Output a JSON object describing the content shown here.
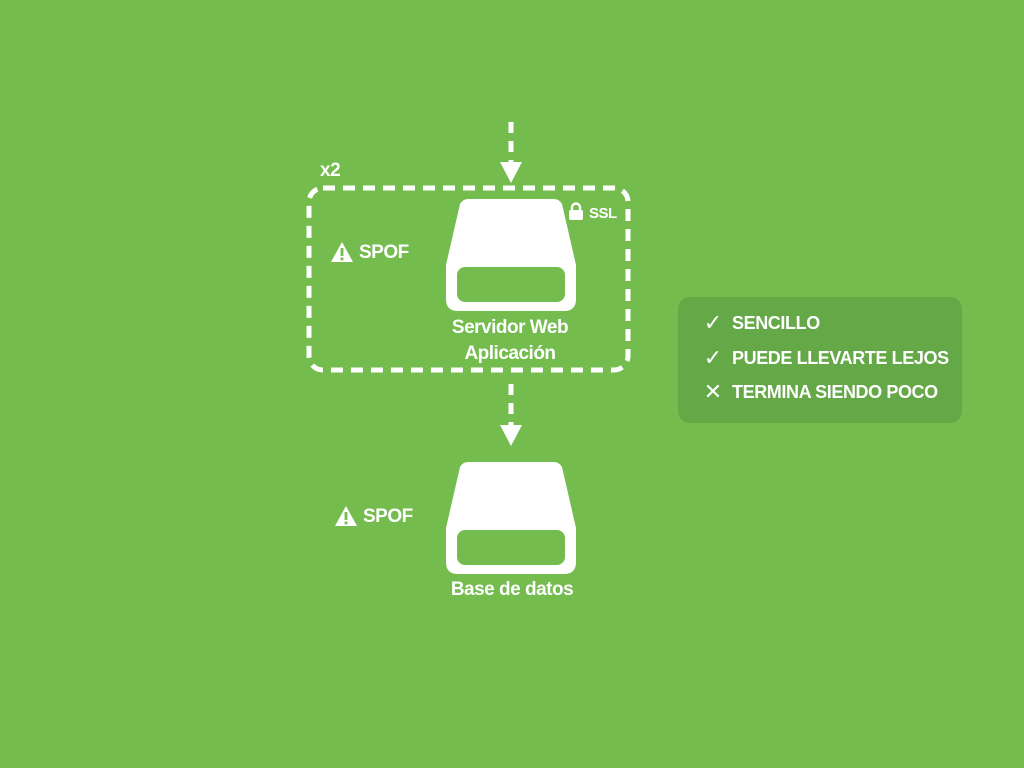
{
  "diagram": {
    "group_multiplier": "x2",
    "web_server": {
      "label_line1": "Servidor Web",
      "label_line2": "Aplicación",
      "spof_label": "SPOF",
      "ssl_label": "SSL"
    },
    "database": {
      "label": "Base de datos",
      "spof_label": "SPOF"
    }
  },
  "summary": {
    "items": [
      {
        "icon": "check-icon",
        "mark": "✓",
        "text": "SENCILLO"
      },
      {
        "icon": "check-icon",
        "mark": "✓",
        "text": "PUEDE LLEVARTE LEJOS"
      },
      {
        "icon": "cross-icon",
        "mark": "✕",
        "text": "TERMINA SIENDO POCO"
      }
    ]
  },
  "colors": {
    "background": "#74bc4e",
    "panel": "#64a847",
    "foreground": "#ffffff"
  }
}
